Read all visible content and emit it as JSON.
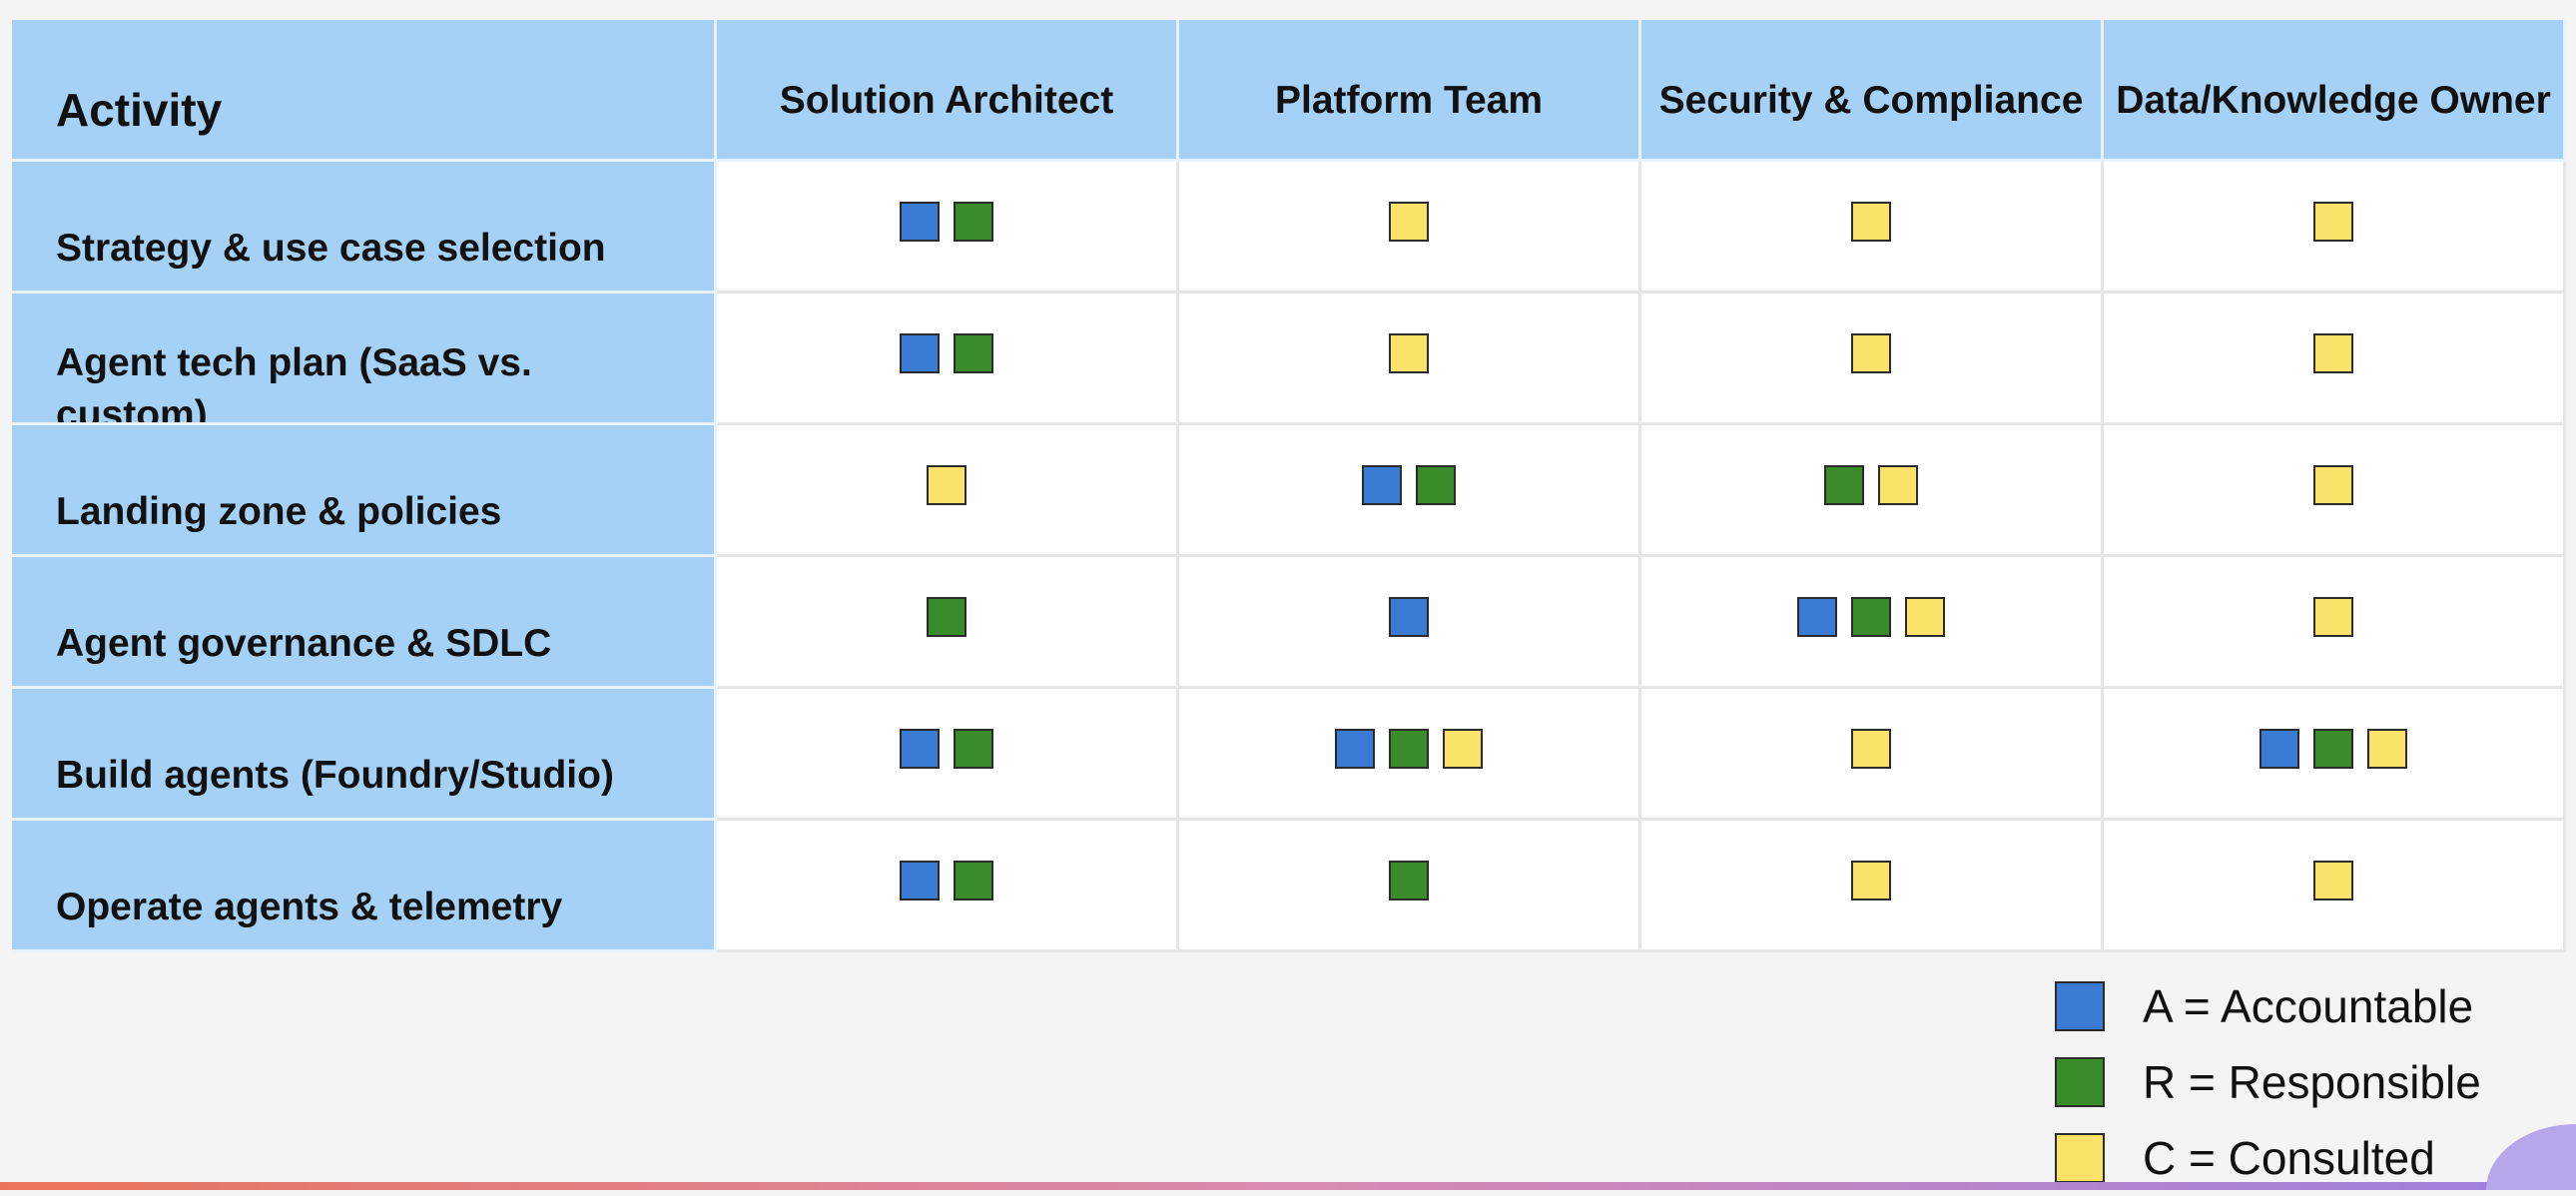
{
  "colors": {
    "A": "#3a7bd5",
    "R": "#3a8c2a",
    "C": "#fbe36b",
    "header_bg": "#a6d1f7"
  },
  "header": {
    "activity": "Activity",
    "roles": [
      "Solution Architect",
      "Platform Team",
      "Security & Compliance",
      "Data/Knowledge Owner"
    ]
  },
  "rows": [
    {
      "activity": "Strategy & use case selection",
      "cells": [
        [
          "A",
          "R"
        ],
        [
          "C"
        ],
        [
          "C"
        ],
        [
          "C"
        ]
      ]
    },
    {
      "activity": "Agent tech plan (SaaS vs. custom)",
      "cells": [
        [
          "A",
          "R"
        ],
        [
          "C"
        ],
        [
          "C"
        ],
        [
          "C"
        ]
      ]
    },
    {
      "activity": "Landing zone & policies",
      "cells": [
        [
          "C"
        ],
        [
          "A",
          "R"
        ],
        [
          "R",
          "C"
        ],
        [
          "C"
        ]
      ]
    },
    {
      "activity": "Agent governance & SDLC",
      "cells": [
        [
          "R"
        ],
        [
          "A"
        ],
        [
          "A",
          "R",
          "C"
        ],
        [
          "C"
        ]
      ]
    },
    {
      "activity": "Build agents (Foundry/Studio)",
      "cells": [
        [
          "A",
          "R"
        ],
        [
          "A",
          "R",
          "C"
        ],
        [
          "C"
        ],
        [
          "A",
          "R",
          "C"
        ]
      ]
    },
    {
      "activity": "Operate agents & telemetry",
      "cells": [
        [
          "A",
          "R"
        ],
        [
          "R"
        ],
        [
          "C"
        ],
        [
          "C"
        ]
      ]
    }
  ],
  "legend": [
    {
      "code": "A",
      "label": "A = Accountable"
    },
    {
      "code": "R",
      "label": "R = Responsible"
    },
    {
      "code": "C",
      "label": "C = Consulted"
    }
  ]
}
